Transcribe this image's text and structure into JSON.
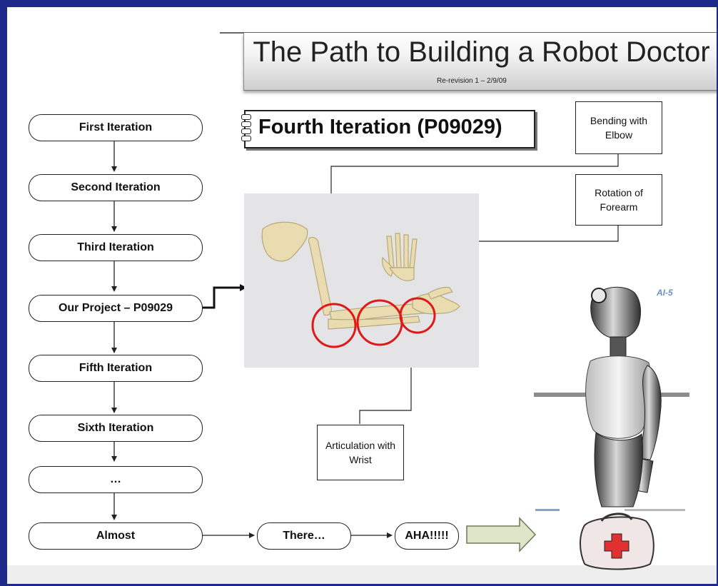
{
  "title": "The Path to Building a Robot Doctor",
  "subtitle": "Re-revision 1 – 2/9/09",
  "heading": "Fourth Iteration (P09029)",
  "flow_steps": [
    "First Iteration",
    "Second Iteration",
    "Third Iteration",
    "Our Project – P09029",
    "Fifth Iteration",
    "Sixth Iteration",
    "…",
    "Almost"
  ],
  "tail_steps": [
    "There…",
    "AHA!!!!!"
  ],
  "callouts": {
    "elbow": "Bending with Elbow",
    "forearm": "Rotation of Forearm",
    "wrist": "Articulation with Wrist"
  },
  "robot_logo": "AI-5",
  "colors": {
    "frame": "#1d2a8a",
    "highlight_circle": "#e01818",
    "arrow_fill": "#dde6c8",
    "arrow_stroke": "#6b7a55",
    "medkit_cross": "#e03030"
  }
}
